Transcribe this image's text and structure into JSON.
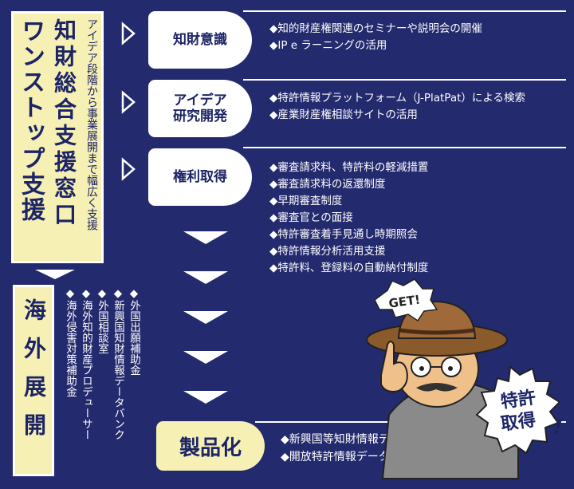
{
  "one_stop": {
    "title": "ワンストップ支援",
    "subtitle": "知財総合支援窓口",
    "description": "アイデア段階から事業展開まで幅広く支援"
  },
  "stages": [
    {
      "label": "知財意識",
      "items": [
        "◆知的財産権関連のセミナーや説明会の開催",
        "◆IP e ラーニングの活用"
      ]
    },
    {
      "label_lines": [
        "アイデア",
        "研究開発"
      ],
      "items": [
        "◆特許情報プラットフォーム（J-PlatPat）による検索",
        "◆産業財産権相談サイトの活用"
      ]
    },
    {
      "label": "権利取得",
      "items": [
        "◆審査請求料、特許料の軽減措置",
        "◆審査請求料の返還制度",
        "◆早期審査制度",
        "◆審査官との面接",
        "◆特許審査着手見通し時期照会",
        "◆特許情報分析活用支援",
        "◆特許料、登録料の自動納付制度"
      ]
    }
  ],
  "overseas": {
    "title": "海外展開",
    "items": [
      "◆外国出願補助金",
      "◆新興国知財情報データバンク",
      "◆外国相談室",
      "◆海外知的財産プロデューサー",
      "◆海外侵害対策補助金"
    ]
  },
  "product": {
    "label": "製品化",
    "items": [
      "◆新興国等知財情報データバンク",
      "◆開放特許情報データベース"
    ]
  },
  "mascot": {
    "speech": "GET!",
    "badge_line1": "特許",
    "badge_line2": "取得"
  },
  "colors": {
    "background": "#232a6e",
    "panel": "#f6f0b4",
    "text_dark": "#1c2466",
    "white": "#ffffff"
  }
}
